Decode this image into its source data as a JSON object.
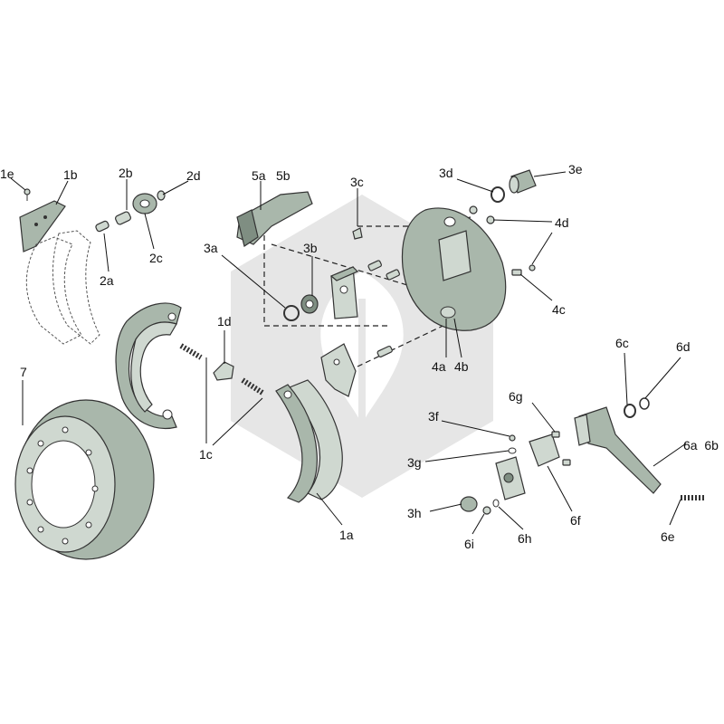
{
  "diagram": {
    "labels": {
      "1e": "1e",
      "1b": "1b",
      "2b": "2b",
      "2d": "2d",
      "2c": "2c",
      "2a": "2a",
      "5a": "5a",
      "5b": "5b",
      "3c": "3c",
      "3a": "3a",
      "3b": "3b",
      "3d": "3d",
      "3e": "3e",
      "4d": "4d",
      "4c": "4c",
      "4a": "4a",
      "4b": "4b",
      "1d": "1d",
      "1c": "1c",
      "1a": "1a",
      "7": "7",
      "6c": "6c",
      "6d": "6d",
      "6g": "6g",
      "3f": "3f",
      "3g": "3g",
      "6a6b": "6a  6b",
      "6f": "6f",
      "3h": "3h",
      "6i": "6i",
      "6h": "6h",
      "6e": "6e"
    },
    "colors": {
      "part": "#a9b7ab",
      "part_light": "#cfd8d0",
      "part_dark": "#7f8e82",
      "watermark": "#e6e6e6",
      "line": "#111111"
    }
  }
}
